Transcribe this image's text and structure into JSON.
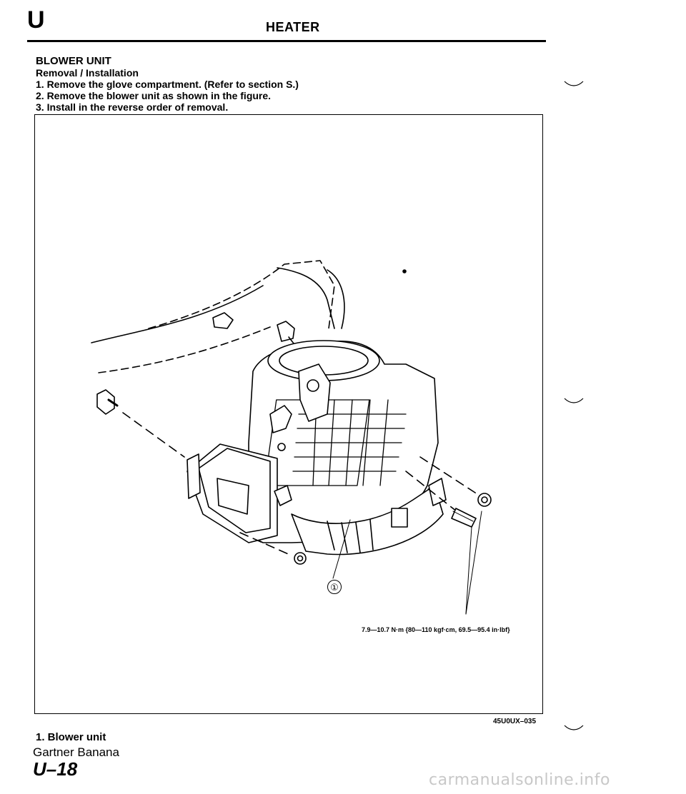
{
  "header": {
    "section_letter": "U",
    "section_title": "HEATER"
  },
  "body": {
    "heading": "BLOWER UNIT",
    "subheading": "Removal / Installation",
    "steps": [
      "1. Remove the glove compartment. (Refer to section S.)",
      "2. Remove the blower unit as shown in the figure.",
      "3. Install in the reverse order of removal."
    ]
  },
  "figure": {
    "callout": "①",
    "torque_label": "7.9—10.7 N·m {80—110 kgf·cm, 69.5—95.4 in·lbf}",
    "figure_id": "45U0UX–035"
  },
  "legend": {
    "item_1": "1. Blower unit"
  },
  "footer": {
    "text": "Gartner Banana",
    "page_number": "U–18"
  },
  "watermark": "carmanualsonline.info"
}
